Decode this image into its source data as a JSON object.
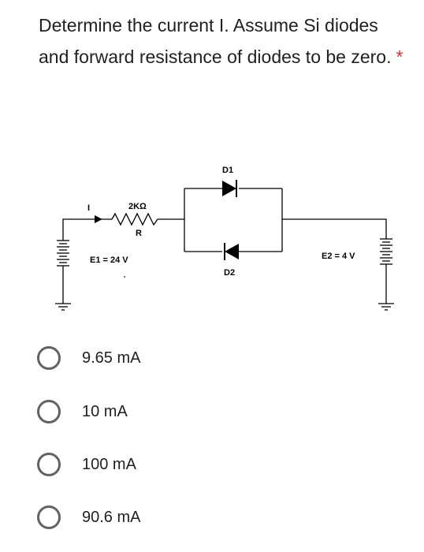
{
  "question": {
    "text": "Determine the current I. Assume Si diodes and forward resistance of diodes to be zero.",
    "required_marker": "*"
  },
  "circuit": {
    "current_label": "I",
    "resistor_value": "2KΩ",
    "resistor_label": "R",
    "source1_label": "E1 = 24 V",
    "source2_label": "E2 = 4 V",
    "diode1_label": "D1",
    "diode2_label": "D2"
  },
  "options": [
    {
      "label": "9.65 mA",
      "selected": false
    },
    {
      "label": "10 mA",
      "selected": false
    },
    {
      "label": "100 mA",
      "selected": false
    },
    {
      "label": "90.6 mA",
      "selected": false
    }
  ]
}
